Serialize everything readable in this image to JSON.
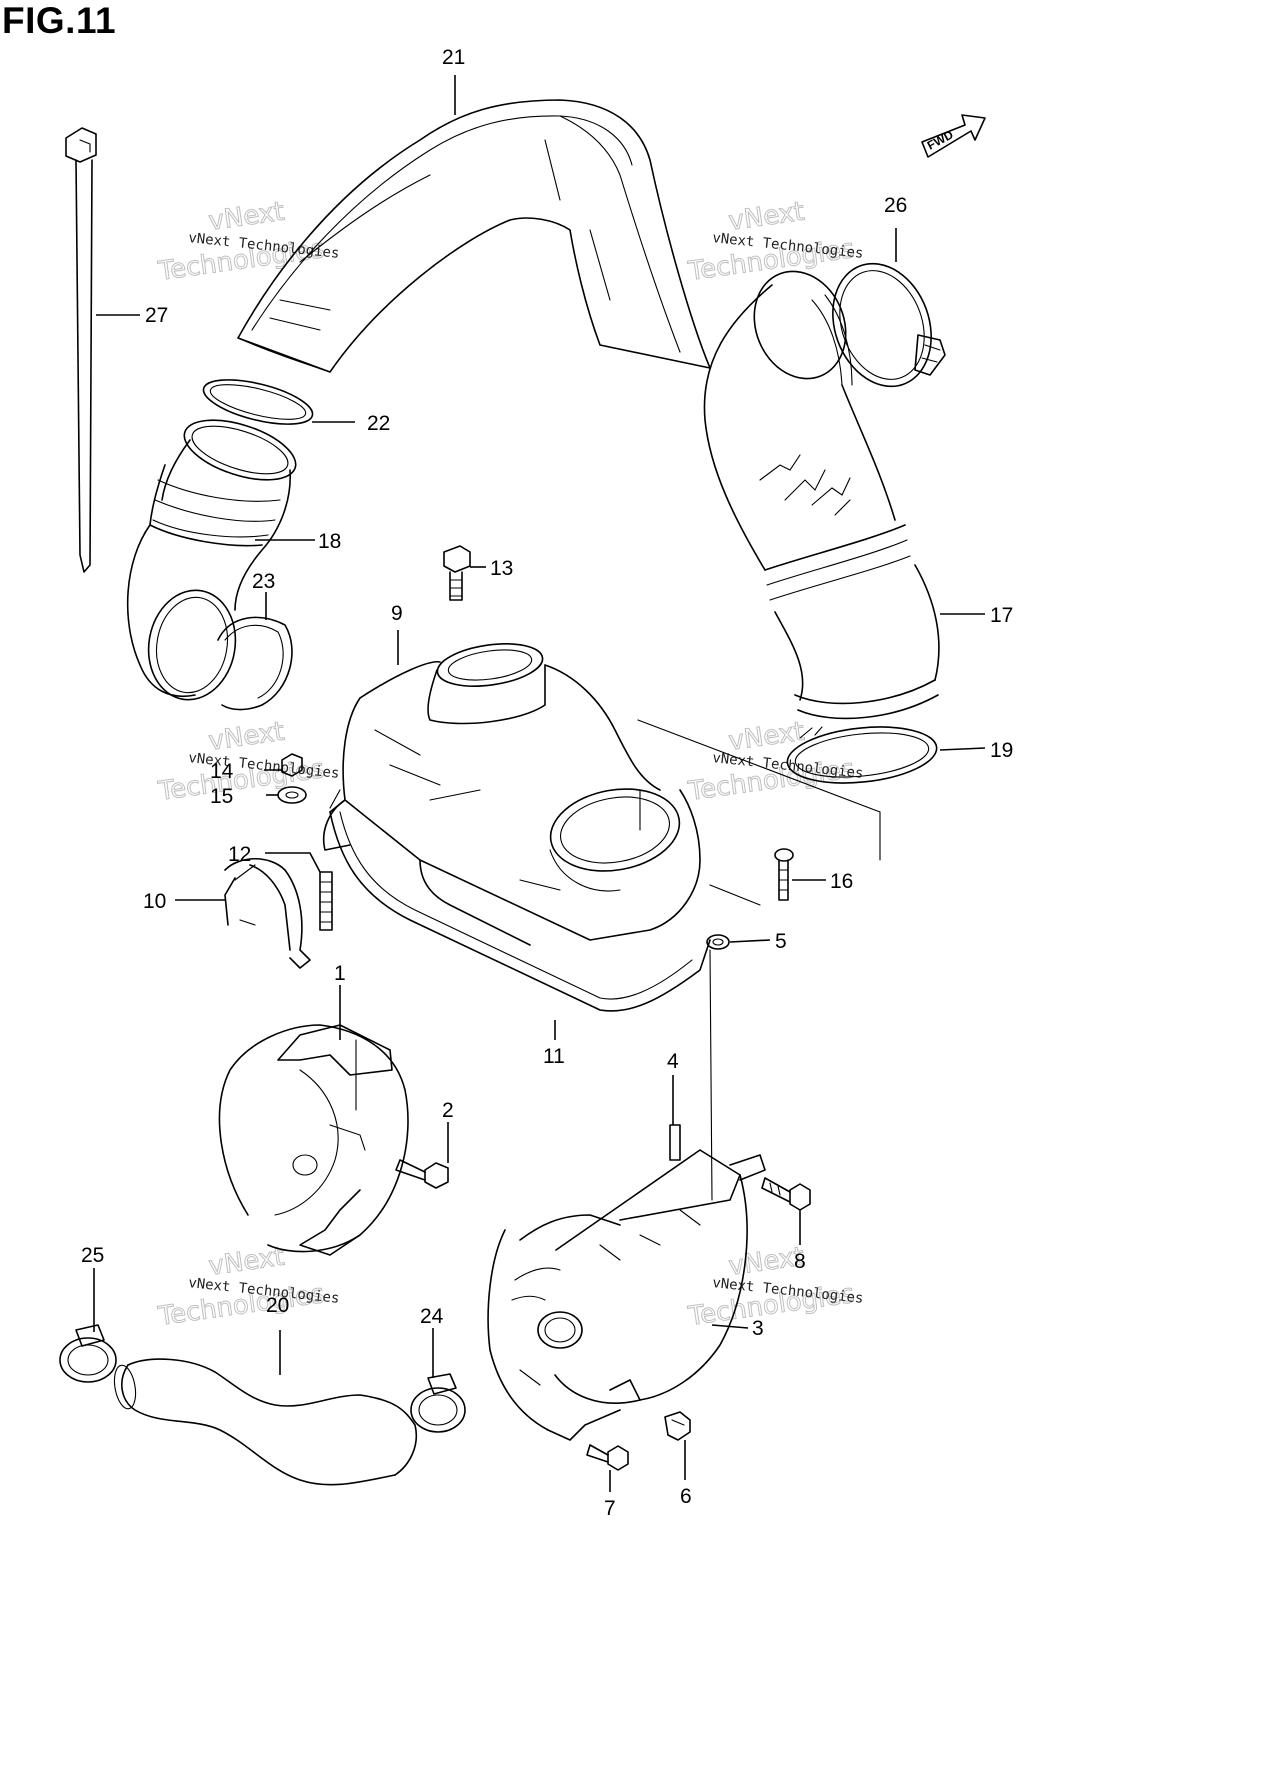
{
  "figure": {
    "title": "FIG.11"
  },
  "fwd_label": "FWD",
  "watermark": {
    "line1": "vNext Technologies",
    "outline1": "vNext",
    "outline2": "Technologies"
  },
  "callouts": {
    "p1": "1",
    "p2": "2",
    "p3": "3",
    "p4": "4",
    "p5": "5",
    "p6": "6",
    "p7": "7",
    "p8": "8",
    "p9": "9",
    "p10": "10",
    "p11": "11",
    "p12": "12",
    "p13": "13",
    "p14": "14",
    "p15": "15",
    "p16": "16",
    "p17": "17",
    "p18": "18",
    "p19": "19",
    "p20": "20",
    "p21": "21",
    "p22": "22",
    "p23": "23",
    "p24": "24",
    "p25": "25",
    "p26": "26",
    "p27": "27"
  }
}
